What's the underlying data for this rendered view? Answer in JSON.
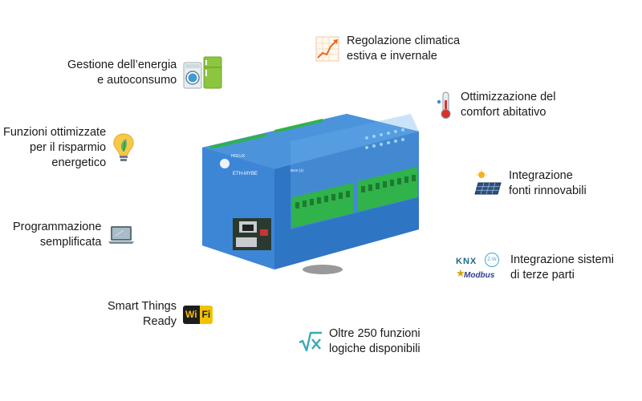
{
  "features": {
    "energia": {
      "line1": "Gestione dell’energia",
      "line2": "e autoconsumo",
      "icon": "appliances-icon"
    },
    "risparmio": {
      "line1": "Funzioni ottimizzate",
      "line2": "per il risparmio",
      "line3": "energetico",
      "icon": "lightbulb-leaf-icon"
    },
    "programmazione": {
      "line1": "Programmazione",
      "line2": "semplificata",
      "icon": "laptop-icon"
    },
    "smart": {
      "line1": "Smart Things",
      "line2": "Ready",
      "icon": "wifi-badge-icon",
      "badge_left": "Wi",
      "badge_right": "Fi"
    },
    "clima": {
      "line1": "Regolazione climatica",
      "line2": "estiva e invernale",
      "icon": "rising-chart-icon"
    },
    "comfort": {
      "line1": "Ottimizzazione del",
      "line2": "comfort abitativo",
      "icon": "thermometer-icon"
    },
    "rinnovabili": {
      "line1": "Integrazione",
      "line2": "fonti rinnovabili",
      "icon": "solar-panel-icon"
    },
    "terze": {
      "line1": "Integrazione sistemi",
      "line2": "di terze parti",
      "icon": "protocols-icon",
      "knx": "KNX",
      "modbus": "Modbus",
      "zwave": "Z-W"
    },
    "logiche": {
      "line1": "Oltre 250 funzioni",
      "line2": "logiche disponibili",
      "icon": "square-root-icon"
    }
  },
  "device": {
    "model": "ETH-MYBE",
    "brand": "HOLUX",
    "bus_label": "BUS (1)"
  },
  "colors": {
    "device_blue": "#3d86d6",
    "terminal_green": "#2fb34a",
    "sqrt_teal": "#3aa9b8"
  }
}
